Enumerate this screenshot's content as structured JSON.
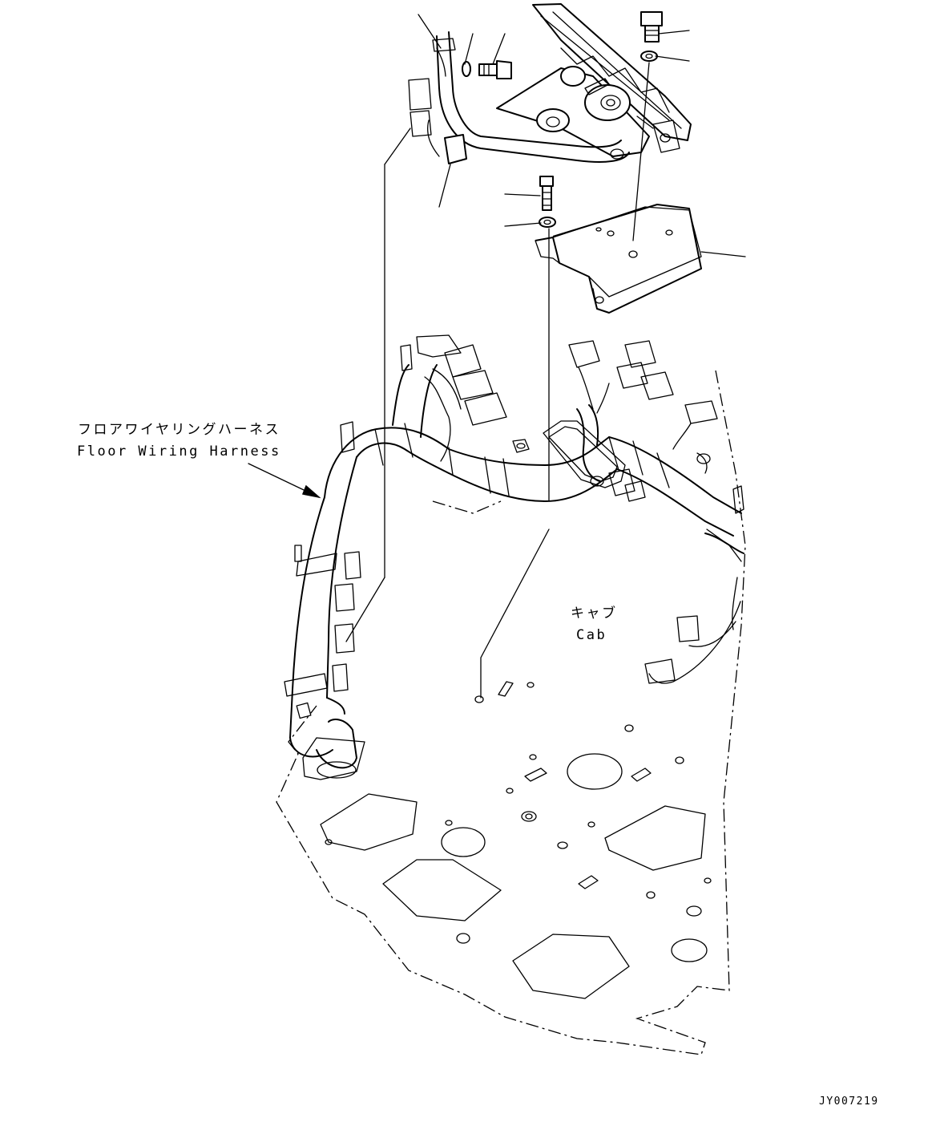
{
  "labels": {
    "harness_jp": "フロアワイヤリングハーネス",
    "harness_en": "Floor Wiring Harness",
    "cab_jp": "キャブ",
    "cab_en": "Cab"
  },
  "drawing_number": "JY007219"
}
